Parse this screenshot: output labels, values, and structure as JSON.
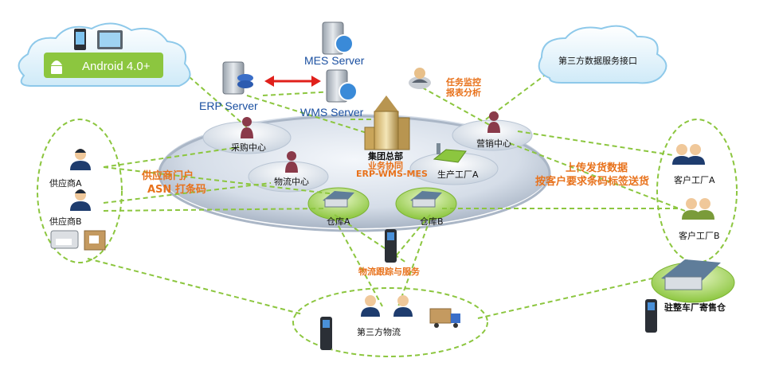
{
  "cloud_android": {
    "label": "Android 4.0+"
  },
  "cloud_thirdparty": {
    "label": "第三方数据服务接口"
  },
  "servers": {
    "mes": "MES Server",
    "wms": "WMS Server",
    "erp": "ERP  Server"
  },
  "monitor": {
    "line1": "任务监控",
    "line2": "报表分析"
  },
  "hq": {
    "line1": "集团总部",
    "line2": "业务协同",
    "line3": "ERP-WMS-MES"
  },
  "centers": {
    "purchase": "采购中心",
    "logistics": "物流中心",
    "sales": "营销中心",
    "factory": "生产工厂A"
  },
  "warehouses": {
    "a": "仓库A",
    "b": "仓库B"
  },
  "suppliers": {
    "a": "供应商A",
    "b": "供应商B",
    "portal_line1": "供应商门户",
    "portal_line2": "ASN 打条码"
  },
  "customers": {
    "a": "客户工厂A",
    "b": "客户工厂B",
    "note_line1": "上传发货数据",
    "note_line2": "按客户要求条码标签送货"
  },
  "tracking": {
    "label": "物流跟踪与服务"
  },
  "third_logistics": {
    "label": "第三方物流"
  },
  "consignment": {
    "label": "驻整车厂寄售仓"
  },
  "colors": {
    "dash": "#8cc63f",
    "orange": "#e8721c",
    "server_text": "#1a4fa0",
    "arrow": "#e0201b"
  }
}
